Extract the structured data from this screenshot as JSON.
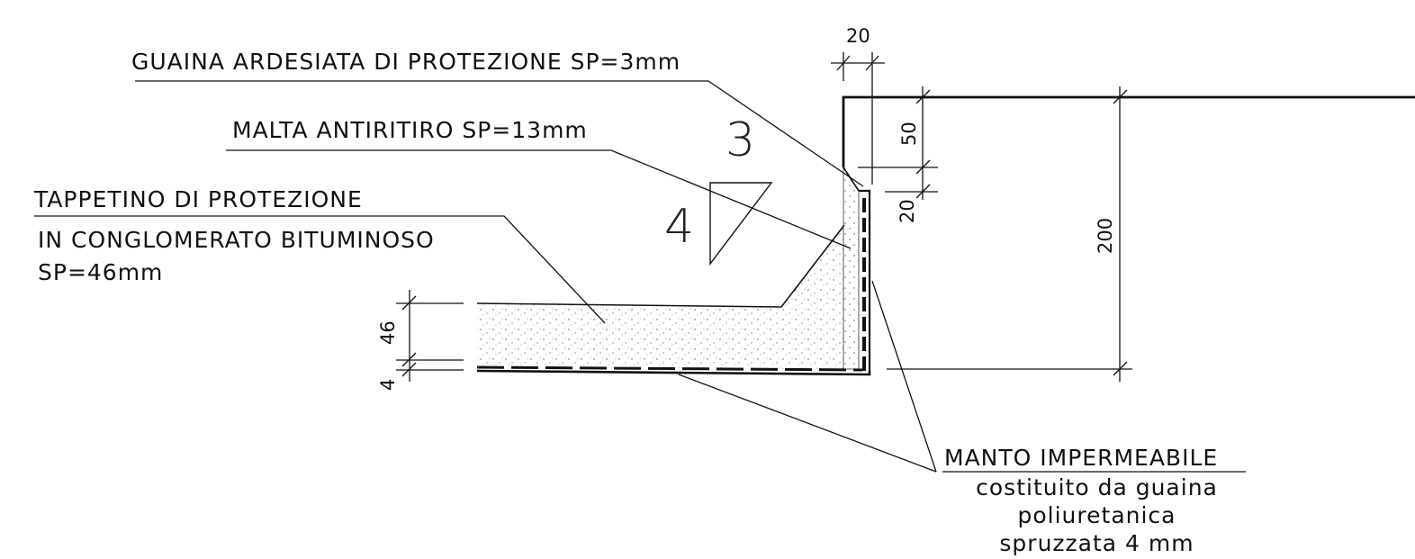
{
  "labels": {
    "guaina": "GUAINA ARDESIATA DI PROTEZIONE SP=3mm",
    "malta": "MALTA ANTIRITIRO SP=13mm",
    "tappetino_1": "TAPPETINO DI PROTEZIONE",
    "tappetino_2": "IN CONGLOMERATO BITUMINOSO",
    "tappetino_3": "SP=46mm",
    "manto_title": "MANTO IMPERMEABILE",
    "manto_1": "costituito da guaina",
    "manto_2": "poliuretanica",
    "manto_3": "spruzzata 4 mm"
  },
  "dimensions": {
    "top_width": "20",
    "upper_height": "50",
    "lower_height": "20",
    "total_height": "200",
    "layer_height": "46",
    "membrane_height": "4"
  },
  "slope": {
    "rise": "3",
    "run": "4"
  }
}
